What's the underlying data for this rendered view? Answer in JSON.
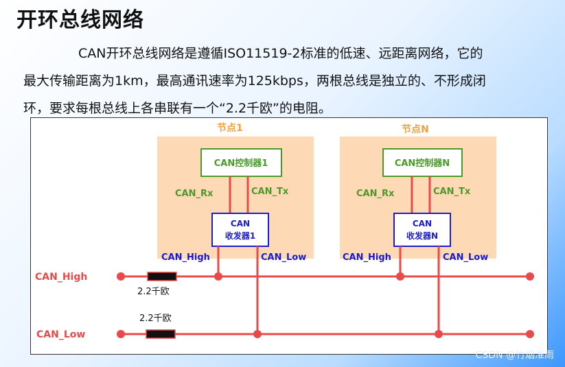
{
  "title": "开环总线网络",
  "description": {
    "line1": "CAN开环总线网络是遵循ISO11519-2标准的低速、远距离网络，它的",
    "line2": "最大传输距离为1km，最高通讯速率为125kbps，两根总线是独立的、不形成闭",
    "line3": "环，要求每根总线上各串联有一个“2.2千欧”的电阻。"
  },
  "diagram": {
    "node1": {
      "label": "节点1",
      "controller": "CAN控制器1",
      "rx": "CAN_Rx",
      "tx": "CAN_Tx",
      "transceiver_line1": "CAN",
      "transceiver_line2": "收发器1",
      "high": "CAN_High",
      "low": "CAN_Low"
    },
    "nodeN": {
      "label": "节点N",
      "controller": "CAN控制器N",
      "rx": "CAN_Rx",
      "tx": "CAN_Tx",
      "transceiver_line1": "CAN",
      "transceiver_line2": "收发器N",
      "high": "CAN_High",
      "low": "CAN_Low"
    },
    "bus_high_label": "CAN_High",
    "bus_low_label": "CAN_Low",
    "resistor_high_label": "2.2千欧",
    "resistor_low_label": "2.2千欧",
    "colors": {
      "bus": "#e84a4a",
      "node_bg": "#fdd9b5",
      "controller_border": "#4a9a2a",
      "green_text": "#4a9a2a",
      "blue": "#1a1ad0",
      "node_label": "#f0a040"
    }
  },
  "watermark": "CSDN @竹烟淮雨"
}
